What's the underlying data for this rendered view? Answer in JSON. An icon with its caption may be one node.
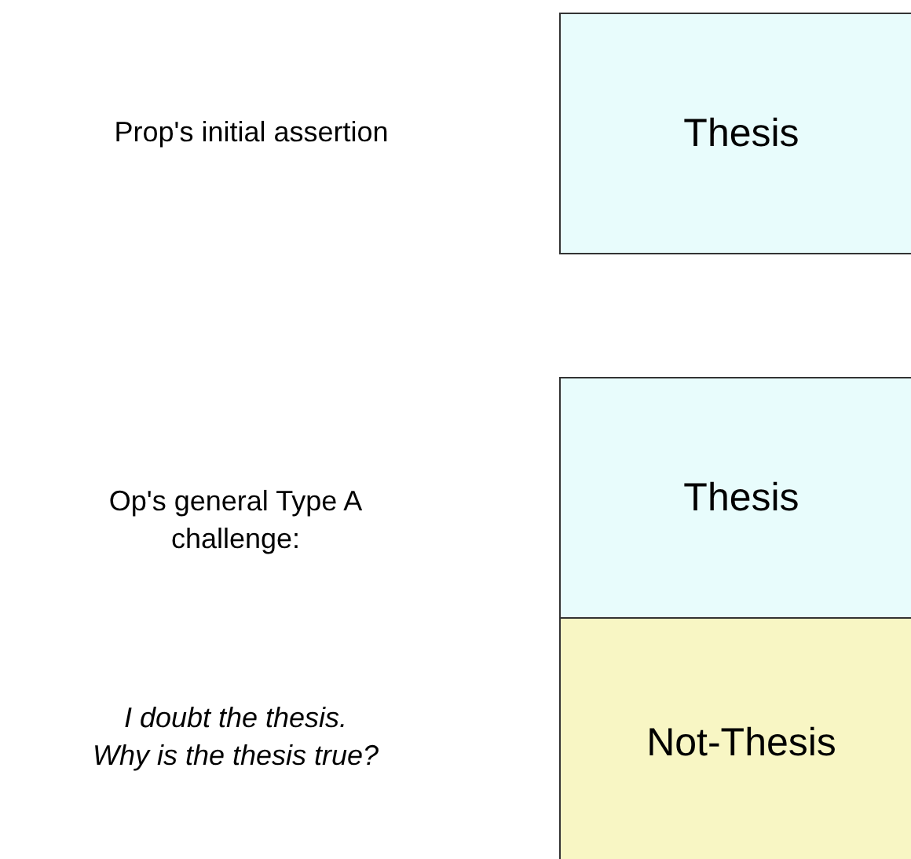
{
  "diagram": {
    "nodes": [
      {
        "text": [
          "Thesis"
        ]
      },
      {
        "text": [
          "Thesis"
        ]
      },
      {
        "text": [
          "Not-Thesis"
        ]
      }
    ],
    "labels": [
      "Prop's initial assertion",
      "Op's general Type A challenge:",
      "I doubt the thesis. Why is the thesis true?"
    ]
  }
}
